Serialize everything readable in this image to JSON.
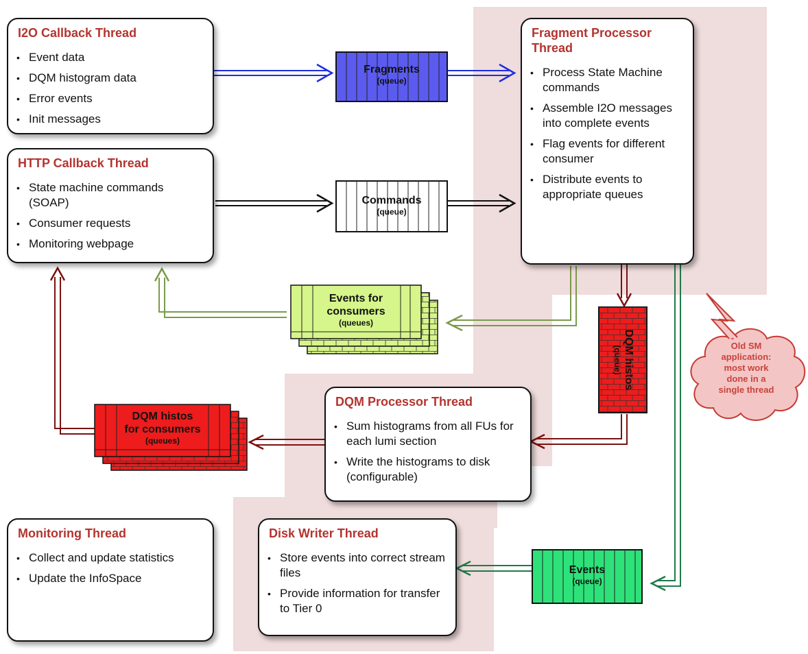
{
  "threads": {
    "i2o": {
      "title": "I2O Callback Thread",
      "items": [
        "Event data",
        "DQM histogram data",
        "Error events",
        "Init messages"
      ]
    },
    "http": {
      "title": "HTTP Callback Thread",
      "items": [
        "State machine commands (SOAP)",
        "Consumer requests",
        "Monitoring webpage"
      ]
    },
    "fragment": {
      "title": "Fragment Processor Thread",
      "items": [
        "Process State Machine commands",
        "Assemble I2O messages into complete events",
        "Flag events for different consumer",
        "Distribute events to appropriate queues"
      ]
    },
    "dqm": {
      "title": "DQM Processor Thread",
      "items": [
        "Sum histograms from all FUs for each lumi section",
        "Write the histograms to disk (configurable)"
      ]
    },
    "monitoring": {
      "title": "Monitoring Thread",
      "items": [
        "Collect and update statistics",
        "Update the InfoSpace"
      ]
    },
    "disk": {
      "title": "Disk Writer Thread",
      "items": [
        "Store events into correct stream files",
        "Provide information for transfer to Tier 0"
      ]
    }
  },
  "queues": {
    "fragments": {
      "label": "Fragments",
      "sub": "(queue)",
      "color": "#5b5bf0"
    },
    "commands": {
      "label": "Commands",
      "sub": "(queue)",
      "color": "#ffffff"
    },
    "events_consumers": {
      "label1": "Events for",
      "label2": "consumers",
      "sub": "(queues)",
      "color": "#d6f58a"
    },
    "dqm_histos": {
      "label": "DQM histos",
      "sub": "(queue)",
      "color": "#ee1c1c"
    },
    "dqm_consumers": {
      "label1": "DQM histos",
      "label2": "for consumers",
      "sub": "(queues)",
      "color": "#ee1c1c"
    },
    "events": {
      "label": "Events",
      "sub": "(queue)",
      "color": "#2ee27a"
    }
  },
  "note": {
    "line1": "Old SM",
    "line2": "application:",
    "line3": "most work",
    "line4": "done in a",
    "line5": "single thread"
  },
  "colors": {
    "region": "#efdcdc",
    "blue": "#1f2de0",
    "black": "#111111",
    "olive": "#7a9a4a",
    "darkred": "#7b1111",
    "green": "#1e7a4a",
    "title": "#b3342f"
  }
}
